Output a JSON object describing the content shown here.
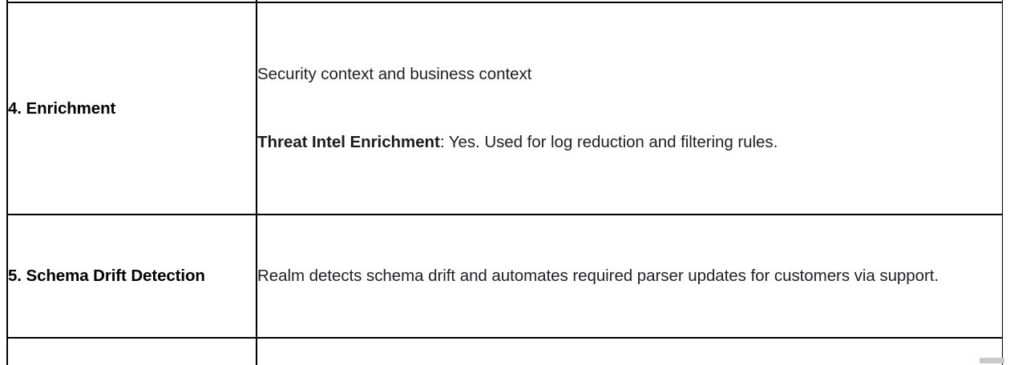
{
  "document": {
    "type": "table",
    "background_color": "#ffffff",
    "border_color": "#000000",
    "text_color": "#202124",
    "heading_color": "#000000",
    "scrollbar_thumb_color": "#c9c9c9"
  },
  "table": {
    "columns": [
      {
        "key": "stage",
        "label": ""
      },
      {
        "key": "details",
        "label": ""
      }
    ],
    "rows": [
      {
        "id": "row-enrichment",
        "stage": "4. Enrichment",
        "paragraphs": [
          {
            "lead": "",
            "text": "Security context and business context"
          },
          {
            "lead": "Threat Intel Enrichment",
            "text": ": Yes. Used for log reduction and filtering rules."
          }
        ]
      },
      {
        "id": "row-schema-drift",
        "stage": "5. Schema Drift Detection",
        "paragraphs": [
          {
            "lead": "",
            "text": "Realm detects schema drift and automates required parser updates for customers via support."
          }
        ]
      }
    ]
  }
}
